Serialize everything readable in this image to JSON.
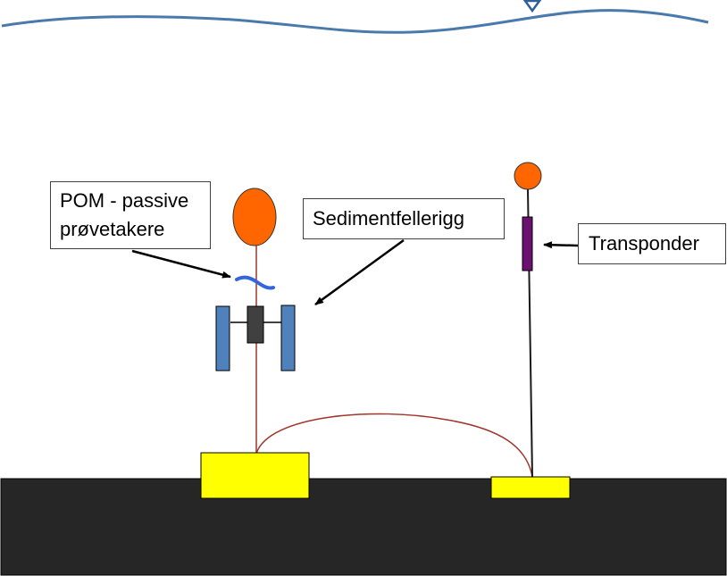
{
  "labels": {
    "pom_line1": "POM - passive",
    "pom_line2": "prøvetakere",
    "sediment_trap_rig": "Sedimentfellerigg",
    "transponder": "Transponder"
  },
  "colors": {
    "water_surface": "#4a7aad",
    "seabed": "#262626",
    "anchor": "#ffff00",
    "buoy": "#ff6600",
    "mooring_line": "#a0352a",
    "transponder_line": "#1a1a1a",
    "sampler": "#3366dd",
    "trap_tube": "#4f81bd",
    "trap_center": "#404040",
    "transponder_body": "#6b1270",
    "arrow": "#000000"
  },
  "icons": {
    "water_level": "inverted-triangle-water-level-icon"
  }
}
